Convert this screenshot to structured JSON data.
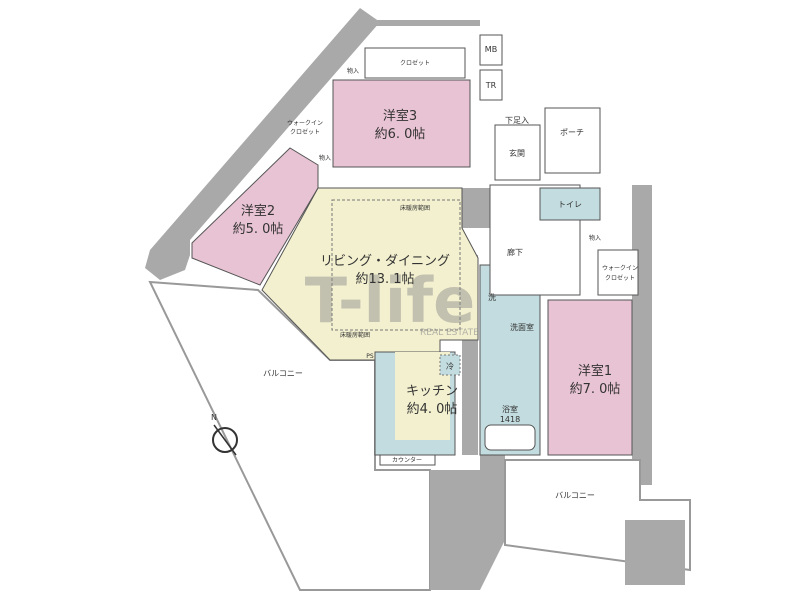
{
  "rooms": {
    "western3": {
      "name": "洋室3",
      "size": "約6. 0帖"
    },
    "western2": {
      "name": "洋室2",
      "size": "約5. 0帖"
    },
    "western1": {
      "name": "洋室1",
      "size": "約7. 0帖"
    },
    "living": {
      "name": "リビング・ダイニング",
      "size": "約13. 1帖"
    },
    "kitchen": {
      "name": "キッチン",
      "size": "約4. 0帖"
    },
    "bath": {
      "name": "浴室",
      "size": "1418"
    },
    "washroom": "洗面室",
    "toilet": "トイレ",
    "hall": "廊下",
    "entrance": "玄関",
    "porch": "ポーチ"
  },
  "labels": {
    "closet": "クロゼット",
    "storage": "物入",
    "mb": "MB",
    "tr": "TR",
    "shoe_storage": "下足入",
    "walkin": "ウォークイン\nクロゼット",
    "walkin_line1": "ウォークイン",
    "walkin_line2": "クロゼット",
    "floor_heating": "床暖房範囲",
    "balcony": "バルコニー",
    "counter": "カウンター",
    "fridge": "冷",
    "washer": "洗",
    "ps": "PS"
  },
  "compass": "N",
  "watermark": {
    "logo": "T-life",
    "sub": "REAL ESTATE"
  },
  "colors": {
    "pink": "#e8c3d3",
    "yellow": "#f3f0cf",
    "blue": "#c3dcdf",
    "wall": "#a9a9a9"
  }
}
